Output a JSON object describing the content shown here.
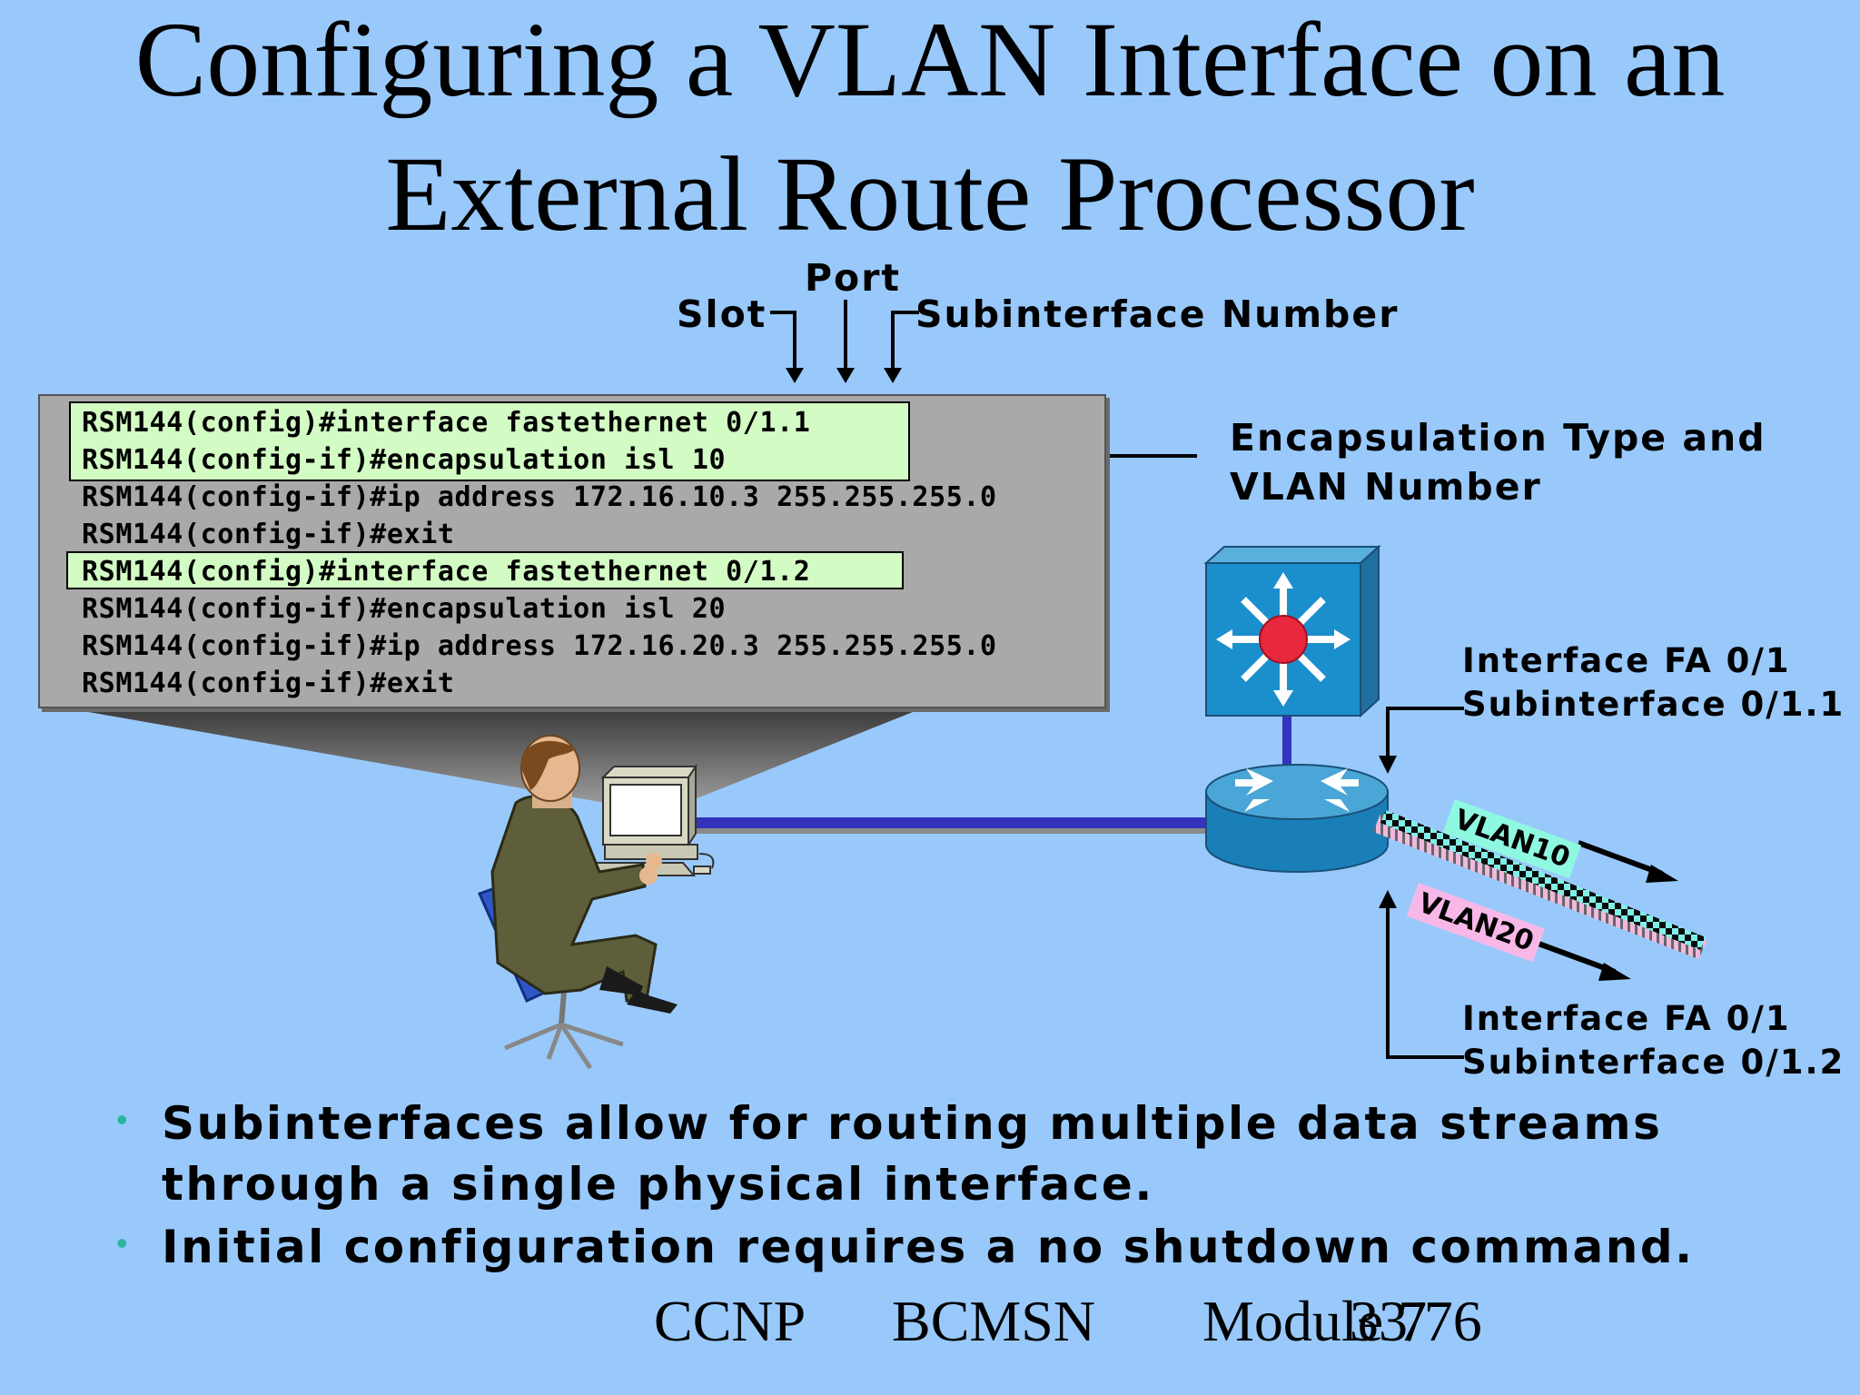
{
  "title": {
    "line1": "Configuring a VLAN Interface on an",
    "line2": "External Route Processor"
  },
  "callouts": {
    "port": "Port",
    "slot": "Slot",
    "subinterface_number": "Subinterface Number",
    "encap_line1": "Encapsulation Type and",
    "encap_line2": "VLAN Number",
    "iface1_line1": "Interface FA 0/1",
    "iface1_line2": "Subinterface 0/1.1",
    "iface2_line1": "Interface FA 0/1",
    "iface2_line2": "Subinterface 0/1.2"
  },
  "cli": {
    "lines": [
      "RSM144(config)#interface fastethernet 0/1.1",
      "RSM144(config-if)#encapsulation isl 10",
      "RSM144(config-if)#ip address 172.16.10.3 255.255.255.0",
      "RSM144(config-if)#exit",
      "RSM144(config)#interface fastethernet 0/1.2",
      "RSM144(config-if)#encapsulation isl 20",
      "RSM144(config-if)#ip address 172.16.20.3 255.255.255.0",
      "RSM144(config-if)#exit"
    ]
  },
  "vlans": {
    "vlan10": "VLAN10",
    "vlan20": "VLAN20"
  },
  "bullets": [
    {
      "line1": "Subinterfaces allow for routing multiple data streams",
      "line2": "through a single physical interface."
    },
    {
      "line1": "Initial configuration requires a no shutdown command."
    }
  ],
  "footer": {
    "course": "CCNP",
    "module_name": "BCMSN",
    "module": "Module 7",
    "page": "33/76"
  },
  "colors": {
    "background": "#99c9fb",
    "highlight": "#d3fcc4",
    "bullet": "#29b59e",
    "link": "#3333bb",
    "vlan10_tag": "#8ff8e0",
    "vlan20_tag": "#f7b8e8"
  },
  "icons": {
    "switch": "multilayer-switch-icon",
    "router": "router-icon",
    "user": "user-at-workstation-icon"
  }
}
